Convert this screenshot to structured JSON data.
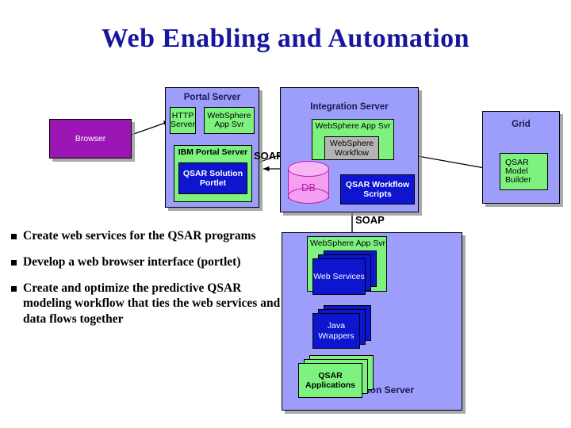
{
  "slide": {
    "title": "Web Enabling  and Automation",
    "title_color": "#16169e"
  },
  "colors": {
    "server_box": "#9d9dfb",
    "green": "#7ef27e",
    "blue": "#0d15cf",
    "gray": "#b4b4b4",
    "purple": "#9b16b4",
    "db_pink": "#f59ff0"
  },
  "diagram": {
    "browser": {
      "label": "Browser"
    },
    "portal_server": {
      "title": "Portal Server",
      "http_server": "HTTP Server",
      "websphere_app_svr": "WebSphere App Svr",
      "ibm_portal_server": "IBM Portal Server",
      "qsar_solution_portlet": "QSAR Solution Portlet"
    },
    "integration_server": {
      "title": "Integration Server",
      "websphere_app_svr": "WebSphere App Svr",
      "websphere_workflow": "WebSphere Workflow",
      "db": "DB",
      "qsar_workflow_scripts": "QSAR Workflow Scripts"
    },
    "grid": {
      "title": "Grid",
      "qsar_model_builder": "QSAR Model Builder"
    },
    "application_server": {
      "title": "Application Server",
      "websphere_app_svr": "WebSphere App Svr",
      "web_services": "Web Services",
      "java_wrappers": "Java Wrappers",
      "qsar_applications": "QSAR Applications"
    },
    "protocol_labels": {
      "soap_portal": "SOAP",
      "soap_app": "SOAP"
    }
  },
  "bullets": [
    "Create web services for the QSAR programs",
    "Develop a web browser interface (portlet)",
    "Create and optimize the predictive QSAR modeling workflow that ties the web services and data flows together"
  ]
}
